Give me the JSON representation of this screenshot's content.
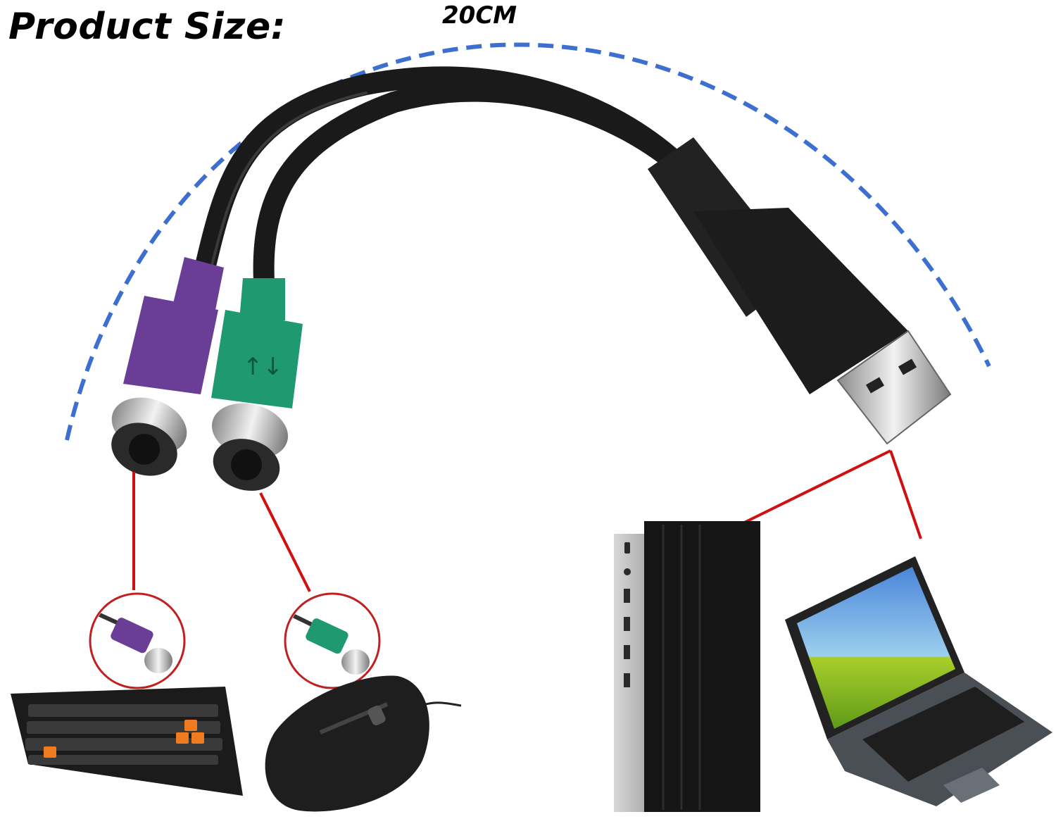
{
  "heading": {
    "title": "Product Size:",
    "length": "20CM"
  },
  "colors": {
    "dimension_line": "#3c6fd0",
    "connector_line": "#d01010",
    "cable": "#1a1a1a",
    "keyboard_plug": "#6a3d96",
    "mouse_plug": "#1f9a70",
    "key_accent": "#f07a20"
  },
  "connector": {
    "arrow_glyph": "↑↓"
  },
  "devices": [
    "keyboard",
    "mouse",
    "desktop-tower",
    "laptop"
  ]
}
